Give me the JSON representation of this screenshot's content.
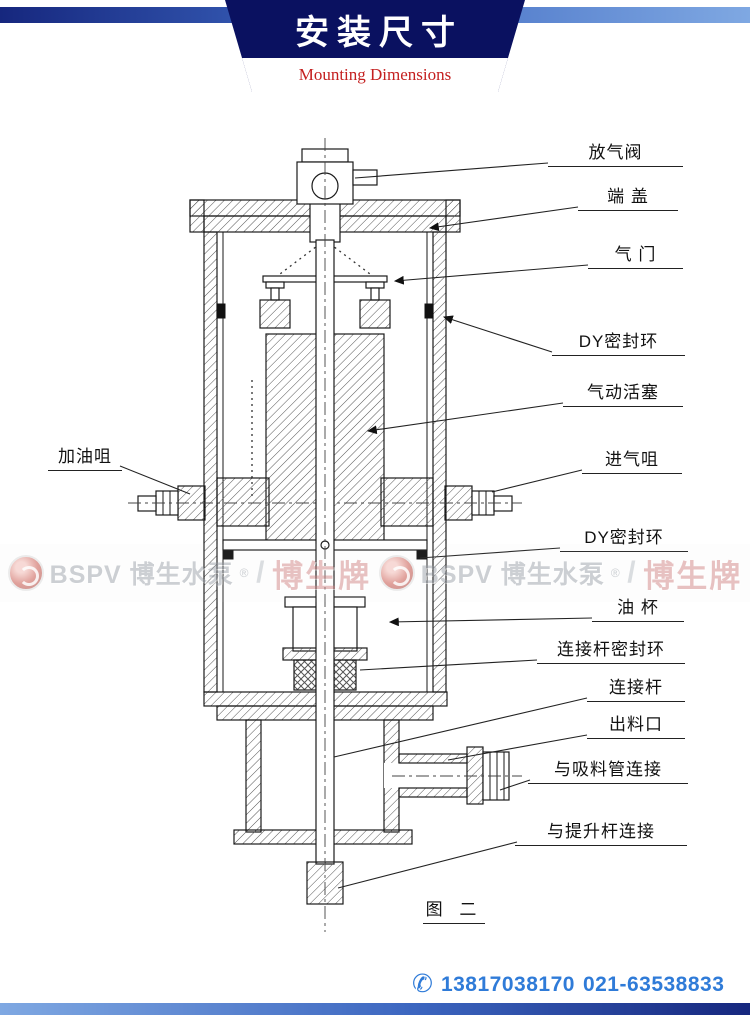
{
  "header": {
    "title": "安装尺寸",
    "subtitle": "Mounting Dimensions"
  },
  "diagram": {
    "labels_right": [
      {
        "text": "放气阀"
      },
      {
        "text": "端 盖"
      },
      {
        "text": "气 门"
      },
      {
        "text": "DY密封环"
      },
      {
        "text": "气动活塞"
      },
      {
        "text": "进气咀"
      },
      {
        "text": "DY密封环"
      },
      {
        "text": "油 杯"
      },
      {
        "text": "连接杆密封环"
      },
      {
        "text": "连接杆"
      },
      {
        "text": "出料口"
      },
      {
        "text": "与吸料管连接"
      },
      {
        "text": "与提升杆连接"
      }
    ],
    "label_left": {
      "text": "加油咀"
    },
    "figure_caption": "图 二"
  },
  "watermark": {
    "brand": "BSPV 博生水泵",
    "reg": "®",
    "name": "博生牌",
    "separator": "/"
  },
  "footer": {
    "phone_icon": "✆",
    "phone1": "13817038170",
    "phone2": "021-63538833"
  },
  "colors": {
    "header_navy": "#0a1160",
    "header_bar_blue": "#3c66c0",
    "subtitle_red": "#c42020",
    "phone_blue": "#2f7bd8"
  }
}
